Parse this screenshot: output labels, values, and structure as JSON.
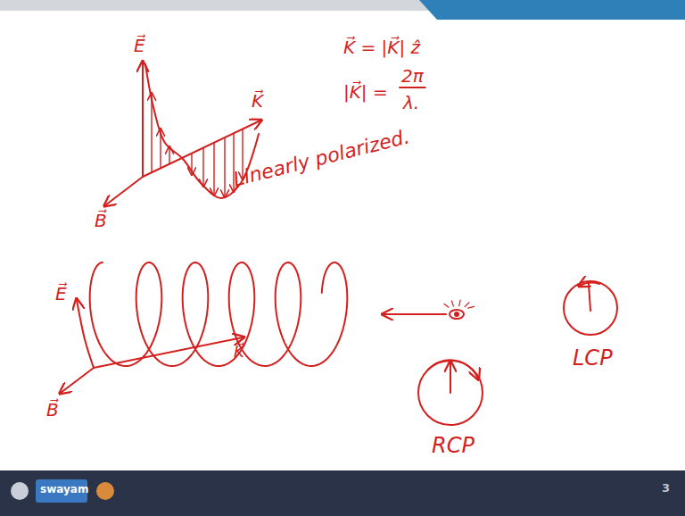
{
  "diagram": {
    "labels": [
      "E⃗",
      "K⃗",
      "B⃗",
      "K⃗ = |K⃗| ẑ",
      "|K⃗| =",
      "2π",
      "λ.",
      "Linearly polarized.",
      "E⃗",
      "K⃗",
      "B⃗",
      "RCP",
      "LCP",
      "swayam",
      "3"
    ]
  }
}
